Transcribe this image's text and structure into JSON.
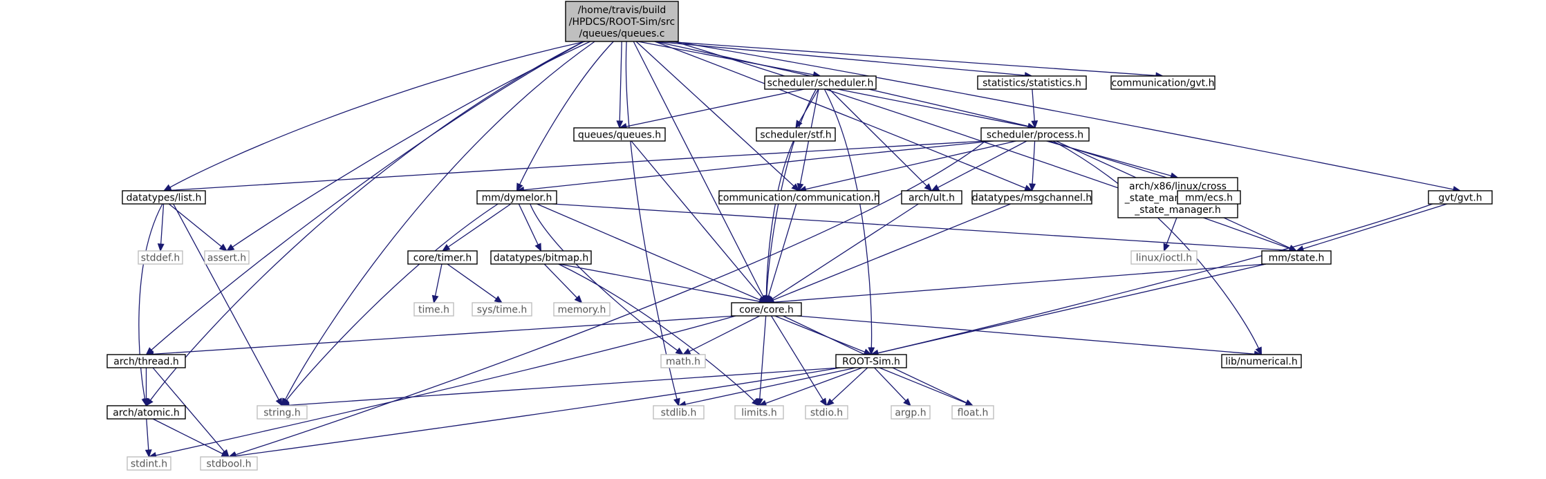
{
  "diagram": {
    "title_lines": [
      "/home/travis/build",
      "/HPDCS/ROOT-Sim/src",
      "/queues/queues.c"
    ],
    "colors": {
      "edge": "#191970",
      "root_fill": "#bfbfbf",
      "node_border": "#000000",
      "system_border": "#bfbfbf"
    },
    "nodes": {
      "root": {
        "lines": [
          "/home/travis/build",
          "/HPDCS/ROOT-Sim/src",
          "/queues/queues.c"
        ],
        "kind": "root"
      },
      "list": {
        "lines": [
          "datatypes/list.h"
        ],
        "kind": "local"
      },
      "assert": {
        "lines": [
          "assert.h"
        ],
        "kind": "system"
      },
      "stddef": {
        "lines": [
          "stddef.h"
        ],
        "kind": "system"
      },
      "string": {
        "lines": [
          "string.h"
        ],
        "kind": "system"
      },
      "atomic": {
        "lines": [
          "arch/atomic.h"
        ],
        "kind": "local"
      },
      "thread": {
        "lines": [
          "arch/thread.h"
        ],
        "kind": "local"
      },
      "stdlib": {
        "lines": [
          "stdlib.h"
        ],
        "kind": "system"
      },
      "dymelor": {
        "lines": [
          "mm/dymelor.h"
        ],
        "kind": "local"
      },
      "core": {
        "lines": [
          "core/core.h"
        ],
        "kind": "local"
      },
      "queues": {
        "lines": [
          "queues/queues.h"
        ],
        "kind": "local"
      },
      "comm": {
        "lines": [
          "communication/communication.h"
        ],
        "kind": "local"
      },
      "scheduler": {
        "lines": [
          "scheduler/scheduler.h"
        ],
        "kind": "local"
      },
      "stf": {
        "lines": [
          "scheduler/stf.h"
        ],
        "kind": "local"
      },
      "process": {
        "lines": [
          "scheduler/process.h"
        ],
        "kind": "local"
      },
      "statistics": {
        "lines": [
          "statistics/statistics.h"
        ],
        "kind": "local"
      },
      "commgvt": {
        "lines": [
          "communication/gvt.h"
        ],
        "kind": "local"
      },
      "msgchannel": {
        "lines": [
          "datatypes/msgchannel.h"
        ],
        "kind": "local"
      },
      "ult": {
        "lines": [
          "arch/ult.h"
        ],
        "kind": "local"
      },
      "crossstate": {
        "lines": [
          "arch/x86/linux/cross",
          "_state_manager/cross",
          "_state_manager.h"
        ],
        "kind": "local"
      },
      "ecs": {
        "lines": [
          "mm/ecs.h"
        ],
        "kind": "local"
      },
      "gvt": {
        "lines": [
          "gvt/gvt.h"
        ],
        "kind": "local"
      },
      "state": {
        "lines": [
          "mm/state.h"
        ],
        "kind": "local"
      },
      "ioctl": {
        "lines": [
          "linux/ioctl.h"
        ],
        "kind": "system"
      },
      "timer": {
        "lines": [
          "core/timer.h"
        ],
        "kind": "local"
      },
      "bitmap": {
        "lines": [
          "datatypes/bitmap.h"
        ],
        "kind": "local"
      },
      "time": {
        "lines": [
          "time.h"
        ],
        "kind": "system"
      },
      "systime": {
        "lines": [
          "sys/time.h"
        ],
        "kind": "system"
      },
      "memory": {
        "lines": [
          "memory.h"
        ],
        "kind": "system"
      },
      "math": {
        "lines": [
          "math.h"
        ],
        "kind": "system"
      },
      "rootsim": {
        "lines": [
          "ROOT-Sim.h"
        ],
        "kind": "local"
      },
      "numerical": {
        "lines": [
          "lib/numerical.h"
        ],
        "kind": "local"
      },
      "limits": {
        "lines": [
          "limits.h"
        ],
        "kind": "system"
      },
      "stdio": {
        "lines": [
          "stdio.h"
        ],
        "kind": "system"
      },
      "argp": {
        "lines": [
          "argp.h"
        ],
        "kind": "system"
      },
      "float": {
        "lines": [
          "float.h"
        ],
        "kind": "system"
      },
      "stdint": {
        "lines": [
          "stdint.h"
        ],
        "kind": "system"
      },
      "stdbool": {
        "lines": [
          "stdbool.h"
        ],
        "kind": "system"
      }
    }
  }
}
